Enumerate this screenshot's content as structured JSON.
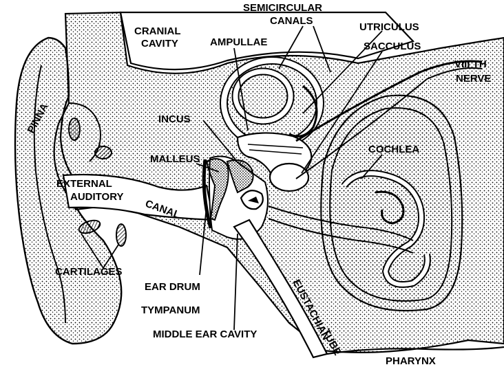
{
  "labels": {
    "semicircular": "SEMICIRCULAR",
    "canals": "CANALS",
    "utriculus": "UTRICULUS",
    "sacculus": "SACCULUS",
    "cranial": "CRANIAL",
    "cavity": "CAVITY",
    "ampullae": "AMPULLAE",
    "viii_th": "VIII TH",
    "nerve": "NERVE",
    "pinna": "PINNA",
    "incus": "INCUS",
    "malleus": "MALLEUS",
    "cochlea": "COCHLEA",
    "external": "EXTERNAL",
    "auditory": "AUDITORY",
    "canal": "CANAL",
    "cartilages": "CARTILAGES",
    "ear_drum": "EAR DRUM",
    "tympanum": "TYMPANUM",
    "middle_ear_cavity": "MIDDLE EAR CAVITY",
    "eustachian": "EUSTACHIAN",
    "tube": "TUBE",
    "pharynx": "PHARYNX"
  },
  "colors": {
    "ink": "#000000",
    "paper": "#ffffff"
  }
}
